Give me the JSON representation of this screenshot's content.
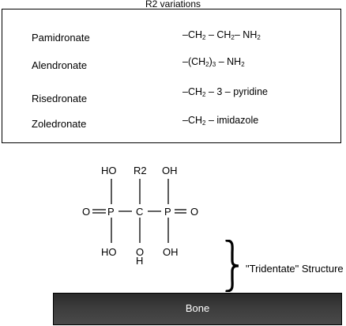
{
  "header": {
    "title": "R2 variations"
  },
  "variations": [
    {
      "name": "Pamidronate",
      "formula": {
        "p1": "–CH",
        "s1": "2",
        "p2": " – CH",
        "s2": "2",
        "p3": "– NH",
        "s3": "2"
      }
    },
    {
      "name": "Alendronate",
      "formula": {
        "p1": "–(CH",
        "s1": "2",
        "p2": ")",
        "s2": "3",
        "p3": " – NH",
        "s3": "2"
      }
    },
    {
      "name": "Risedronate",
      "formula": {
        "p1": "–CH",
        "s1": "2",
        "p2": " – 3 – pyridine"
      }
    },
    {
      "name": "Zoledronate",
      "formula": {
        "p1": "–CH",
        "s1": "2",
        "p2": " – imidazole"
      }
    }
  ],
  "molecule": {
    "top_left": "HO",
    "top_mid": "R2",
    "top_right": "OH",
    "o_left": "O",
    "p_left": "P",
    "c_center": "C",
    "p_right": "P",
    "o_right": "O",
    "bottom_left": "HO",
    "bottom_mid_o": "O",
    "bottom_mid_h": "H",
    "bottom_right": "OH"
  },
  "annotation": {
    "label": "\"Tridentate\" Structure"
  },
  "bone": {
    "label": "Bone"
  }
}
